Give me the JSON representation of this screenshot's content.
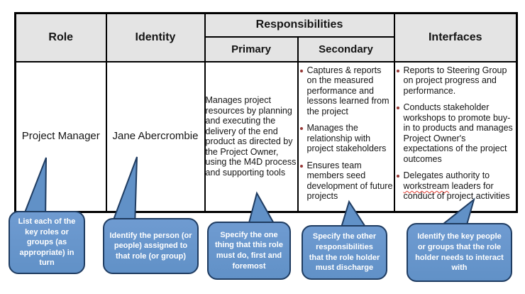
{
  "table": {
    "headers": {
      "role": "Role",
      "identity": "Identity",
      "responsibilities": "Responsibilities",
      "primary": "Primary",
      "secondary": "Secondary",
      "interfaces": "Interfaces"
    },
    "row": {
      "role": "Project Manager",
      "identity": "Jane Abercrombie",
      "primary": "Manages project resources by planning and executing the delivery of the end product as directed by the Project Owner, using the M4D process and supporting tools",
      "secondary_bullets": [
        "Captures & reports on the measured performance and lessons learned from the project",
        "Manages the relationship with project stakeholders",
        "Ensures team members seed development of future projects"
      ],
      "interfaces_bullets": [
        "Reports to Steering Group on project progress and performance.",
        "Conducts stakeholder workshops to promote buy-in to products and manages Project Owner's expectations of the project outcomes",
        {
          "pre": "Delegates authority to ",
          "flagged": "workstream",
          "post": " leaders for conduct of project activities"
        }
      ]
    }
  },
  "callouts": [
    {
      "label": "List each of the key roles or groups (as appropriate) in turn"
    },
    {
      "label": "Identify the person (or people) assigned to that role (or group)"
    },
    {
      "label": "Specify the one thing that this role must do, first and foremost"
    },
    {
      "label": "Specify the other responsibilities that the role holder must discharge"
    },
    {
      "label": "Identify the key people or groups that the role holder needs to interact with"
    }
  ],
  "colors": {
    "callout_fill": "#6191c7",
    "callout_border": "#1f3c61",
    "header_bg": "#e4e4e4",
    "bullet": "#953735",
    "spellcheck": "#e03a2f"
  }
}
